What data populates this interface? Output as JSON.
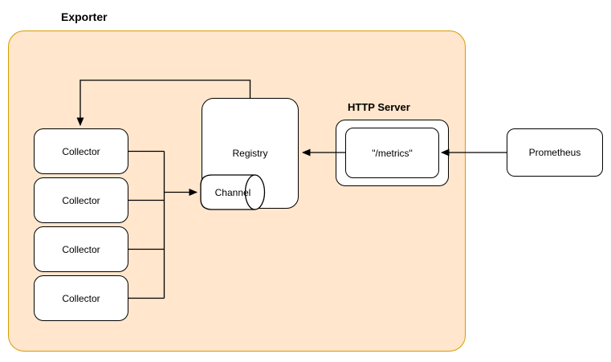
{
  "diagram": {
    "title": "Exporter",
    "nodes": {
      "collectors": [
        {
          "label": "Collector"
        },
        {
          "label": "Collector"
        },
        {
          "label": "Collector"
        },
        {
          "label": "Collector"
        }
      ],
      "registry": {
        "label": "Registry"
      },
      "channel": {
        "label": "Channel"
      },
      "http_server": {
        "label": "HTTP Server",
        "endpoint": "\"/metrics\""
      },
      "prometheus": {
        "label": "Prometheus"
      }
    },
    "edges": [
      {
        "from": "registry",
        "to": "collector-1"
      },
      {
        "from": "collectors",
        "to": "channel"
      },
      {
        "from": "metrics-endpoint",
        "to": "registry"
      },
      {
        "from": "prometheus",
        "to": "metrics-endpoint"
      }
    ],
    "colors": {
      "exporter_fill": "#FFE6CC",
      "exporter_border": "#D79B00",
      "node_fill": "#FFFFFF",
      "node_border": "#000000",
      "line": "#000000"
    }
  }
}
